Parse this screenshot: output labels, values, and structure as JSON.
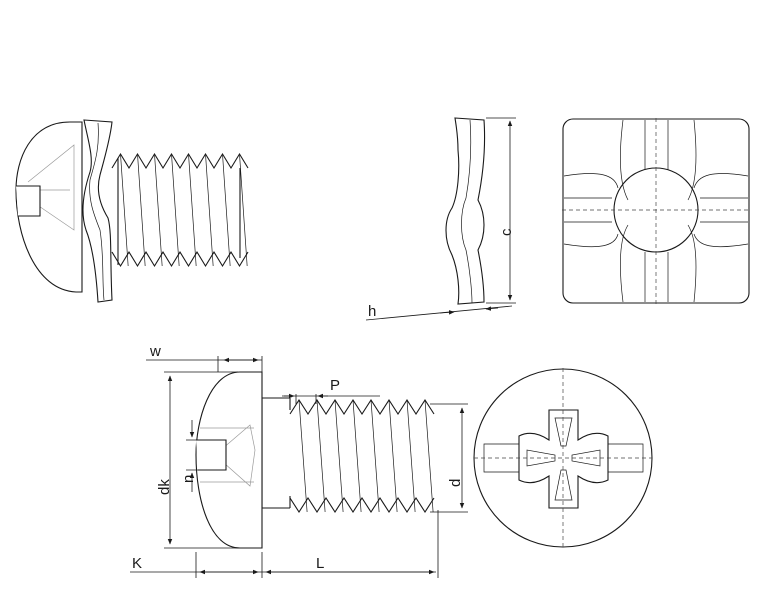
{
  "drawing": {
    "labels": {
      "w": "w",
      "dk": "dk",
      "n": "n",
      "K": "K",
      "L": "L",
      "P": "P",
      "d": "d",
      "c": "c",
      "h": "h"
    }
  }
}
